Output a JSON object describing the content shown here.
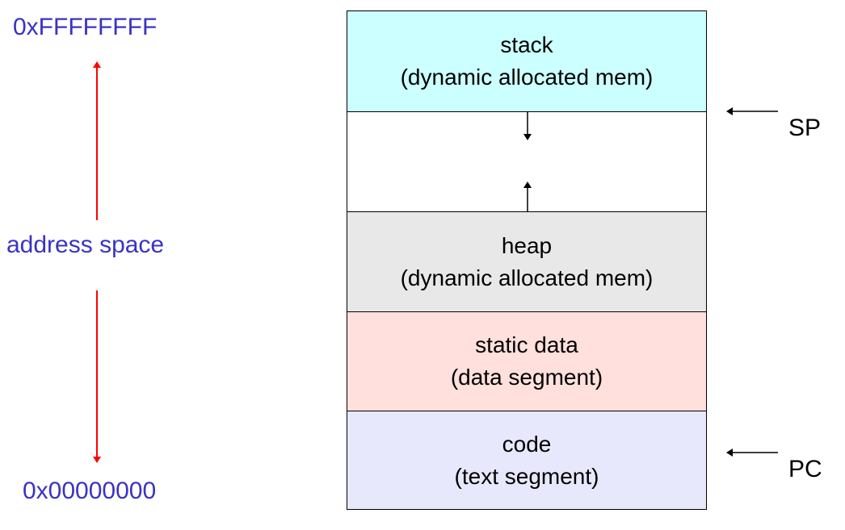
{
  "address_space": {
    "top_address": "0xFFFFFFFF",
    "bottom_address": "0x00000000",
    "label": "address space",
    "label_color": "#3a33c4",
    "arrow_color": "#ff0000"
  },
  "segments": [
    {
      "id": "stack",
      "line1": "stack",
      "line2": "(dynamic allocated mem)",
      "color": "#ccffff"
    },
    {
      "id": "free",
      "line1": "",
      "line2": "",
      "color": "#ffffff"
    },
    {
      "id": "heap",
      "line1": "heap",
      "line2": "(dynamic allocated mem)",
      "color": "#e8e8e8"
    },
    {
      "id": "static-data",
      "line1": "static data",
      "line2": "(data segment)",
      "color": "#ffe0dc"
    },
    {
      "id": "code",
      "line1": "code",
      "line2": "(text segment)",
      "color": "#e8e8fc"
    }
  ],
  "pointers": {
    "sp_label": "SP",
    "pc_label": "PC"
  }
}
